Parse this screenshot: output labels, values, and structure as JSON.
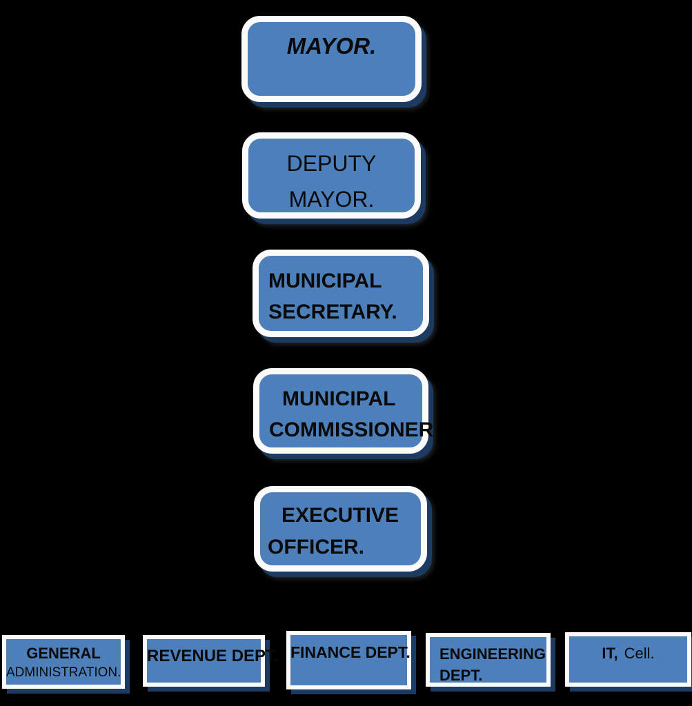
{
  "diagram": {
    "type": "org-chart",
    "title": "Municipal organisation hierarchy",
    "background": "#000000",
    "colors": {
      "box_fill": "#4d7fbb",
      "box_border": "#fbfbfb",
      "drop_shadow": "#1d3b60",
      "text": "#0a0a0a",
      "connector": "#000000"
    },
    "edges": [
      {
        "from": "MAYOR.",
        "to": "DEPUTY MAYOR."
      },
      {
        "from": "DEPUTY MAYOR.",
        "to": "MUNICIPAL SECRETARY."
      },
      {
        "from": "MUNICIPAL SECRETARY.",
        "to": "MUNICIPAL COMMISSIONER"
      },
      {
        "from": "MUNICIPAL COMMISSIONER",
        "to": "EXECUTIVE OFFICER."
      },
      {
        "from": "EXECUTIVE OFFICER.",
        "to": "GENERAL ADMINISTRATION."
      },
      {
        "from": "EXECUTIVE OFFICER.",
        "to": "REVENUE DEPT."
      },
      {
        "from": "EXECUTIVE OFFICER.",
        "to": "FINANCE DEPT."
      },
      {
        "from": "EXECUTIVE OFFICER.",
        "to": "ENGINEERING DEPT."
      },
      {
        "from": "EXECUTIVE OFFICER.",
        "to": "IT, Cell."
      }
    ]
  },
  "nodes": {
    "mayor": {
      "lines": [
        "MAYOR."
      ]
    },
    "deputy_mayor": {
      "lines": [
        "DEPUTY",
        "MAYOR."
      ]
    },
    "municipal_secretary": {
      "lines": [
        "MUNICIPAL",
        "SECRETARY."
      ]
    },
    "municipal_commissioner": {
      "lines": [
        "MUNICIPAL",
        "COMMISSIONER"
      ]
    },
    "executive_officer": {
      "lines": [
        "EXECUTIVE",
        "OFFICER."
      ]
    },
    "general_administration": {
      "lines": [
        "GENERAL",
        "ADMINISTRATION."
      ]
    },
    "revenue_dept": {
      "lines": [
        "REVENUE DEPT."
      ]
    },
    "finance_dept": {
      "lines": [
        "FINANCE DEPT."
      ]
    },
    "engineering_dept": {
      "lines": [
        "ENGINEERING",
        "DEPT."
      ]
    },
    "it_cell": {
      "bold": "IT,",
      "regular": "Cell."
    }
  }
}
